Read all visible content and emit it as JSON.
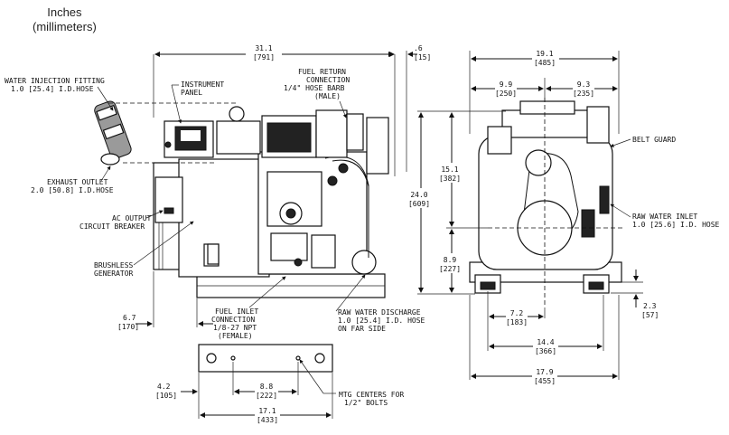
{
  "units": {
    "line1": "Inches",
    "line2": "(millimeters)"
  },
  "labels": {
    "water_injection": [
      "WATER INJECTION FITTING",
      "1.0 [25.4] I.D.HOSE"
    ],
    "instrument_panel": [
      "INSTRUMENT",
      "PANEL"
    ],
    "fuel_return": [
      "FUEL RETURN",
      "CONNECTION",
      "1/4\" HOSE BARB",
      "(MALE)"
    ],
    "exhaust_outlet": [
      "EXHAUST OUTLET",
      "2.0 [50.8] I.D.HOSE"
    ],
    "ac_output": [
      "AC OUTPUT",
      "CIRCUIT BREAKER"
    ],
    "brushless": [
      "BRUSHLESS",
      "GENERATOR"
    ],
    "fuel_inlet": [
      "FUEL INLET",
      "CONNECTION",
      "1/8-27 NPT",
      "(FEMALE)"
    ],
    "raw_water_discharge": [
      "RAW WATER DISCHARGE",
      "1.0 [25.4] I.D. HOSE",
      "ON FAR SIDE"
    ],
    "belt_guard": [
      "BELT GUARD"
    ],
    "raw_water_inlet": [
      "RAW WATER INLET",
      "1.0 [25.6] I.D. HOSE"
    ],
    "mtg_centers": [
      "MTG CENTERS FOR",
      "1/2\" BOLTS"
    ]
  },
  "dims": {
    "d31_1": [
      "31.1",
      "[791]"
    ],
    "d6": [
      ".6",
      "[15]"
    ],
    "d6_7": [
      "6.7",
      "[170]"
    ],
    "d4_2": [
      "4.2",
      "[105]"
    ],
    "d8_8": [
      "8.8",
      "[222]"
    ],
    "d17_1": [
      "17.1",
      "[433]"
    ],
    "d19_1": [
      "19.1",
      "[485]"
    ],
    "d9_9": [
      "9.9",
      "[250]"
    ],
    "d9_3": [
      "9.3",
      "[235]"
    ],
    "d15_1": [
      "15.1",
      "[382]"
    ],
    "d24_0": [
      "24.0",
      "[609]"
    ],
    "d8_9": [
      "8.9",
      "[227]"
    ],
    "d2_3": [
      "2.3",
      "[57]"
    ],
    "d7_2": [
      "7.2",
      "[183]"
    ],
    "d14_4": [
      "14.4",
      "[366]"
    ],
    "d17_9": [
      "17.9",
      "[455]"
    ]
  }
}
